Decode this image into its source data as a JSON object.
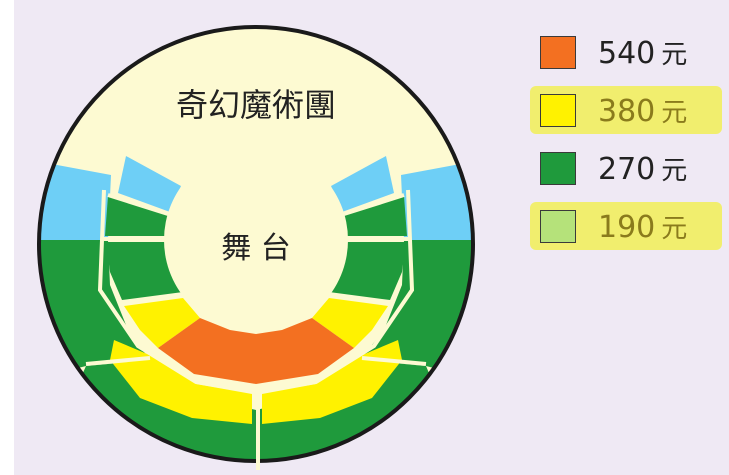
{
  "diagram": {
    "title": "奇幻魔術團",
    "stage_label": "舞 台",
    "colors": {
      "background_panel": "#efe9f4",
      "outer_outline": "#1a1a1a",
      "back_section": "#fdfad2",
      "gap_line": "#fdfad2",
      "inner_circle": "#fdfad2"
    },
    "legend": [
      {
        "price": "540",
        "unit": "元",
        "color": "#f37021",
        "highlighted": false
      },
      {
        "price": "380",
        "unit": "元",
        "color": "#fff200",
        "highlighted": true
      },
      {
        "price": "270",
        "unit": "元",
        "color": "#1f9a3c",
        "highlighted": false
      },
      {
        "price": "190",
        "unit": "元",
        "color": "#b5e27a",
        "highlighted": true
      }
    ],
    "side_section_color": "#6ecff6"
  }
}
